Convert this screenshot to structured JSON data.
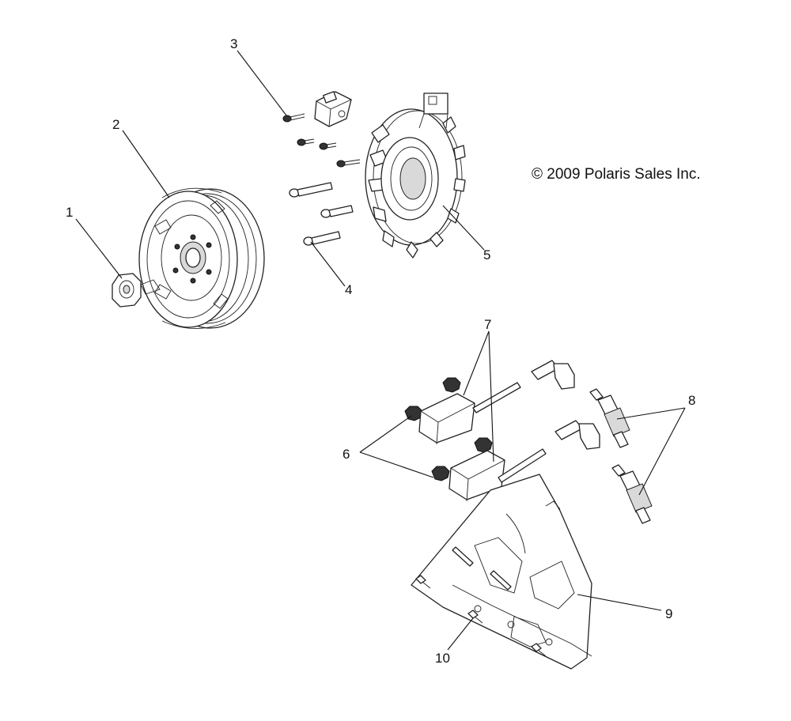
{
  "copyright": "© 2009 Polaris Sales Inc.",
  "callouts": [
    "1",
    "2",
    "3",
    "4",
    "5",
    "6",
    "7",
    "8",
    "9",
    "10"
  ],
  "colors": {
    "ink": "#111111",
    "background": "#ffffff",
    "shade": "#d9d9d9"
  }
}
